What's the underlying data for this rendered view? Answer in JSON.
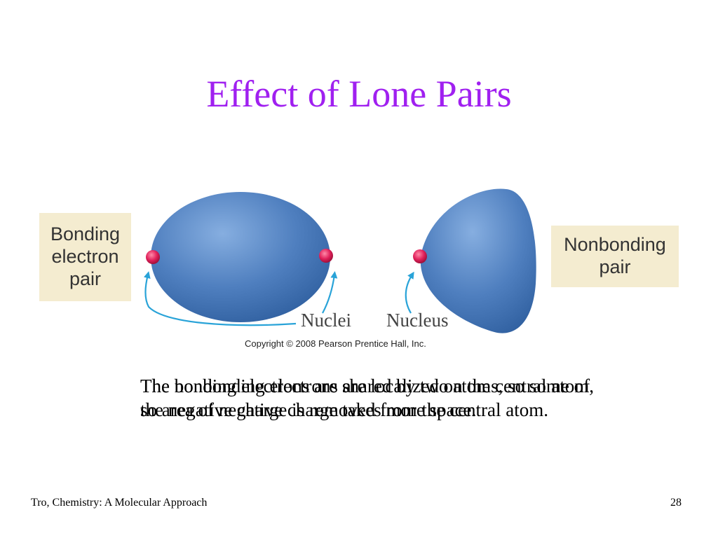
{
  "slide": {
    "title": "Effect of Lone Pairs",
    "labels": {
      "bonding": "Bonding\nelectron\npair",
      "nonbonding": "Nonbonding\npair",
      "nuclei": "Nuclei",
      "nucleus": "Nucleus"
    },
    "copyright": "Copyright © 2008 Pearson Prentice Hall, Inc.",
    "body_text_1": "The bonding electrons are shared by two atoms, so some of the negative charge is removed from the central atom.",
    "body_text_2": "The nonbonding electrons are localized on the central atom, so area of negative charge takes more space.",
    "footer_left": "Tro, Chemistry: A Molecular Approach",
    "footer_right": "28"
  },
  "colors": {
    "title": "#a020f0",
    "lobe": "#4f7fbf",
    "label_box": "#f4ecd0",
    "arrow": "#29a3d8",
    "nucleus": "#e0205a"
  }
}
